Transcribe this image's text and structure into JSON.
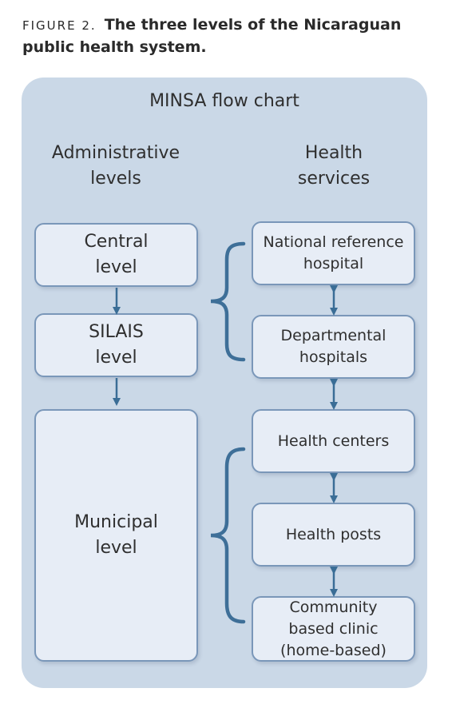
{
  "caption": {
    "label": "FIGURE 2.",
    "title": "The three levels of the Nicaraguan public health system."
  },
  "diagram": {
    "title": "MINSA flow chart",
    "admin_heading": "Administrative\nlevels",
    "services_heading": "Health\nservices",
    "admin_levels": [
      "Central\nlevel",
      "SILAIS\nlevel",
      "Municipal\nlevel"
    ],
    "health_services": [
      "National reference\nhospital",
      "Departmental\nhospitals",
      "Health centers",
      "Health posts",
      "Community\nbased clinic\n(home-based)"
    ]
  },
  "colors": {
    "panel": "#cad8e7",
    "box_fill": "#e7edf6",
    "box_border": "#7a97b9",
    "connector": "#3a6d96"
  }
}
